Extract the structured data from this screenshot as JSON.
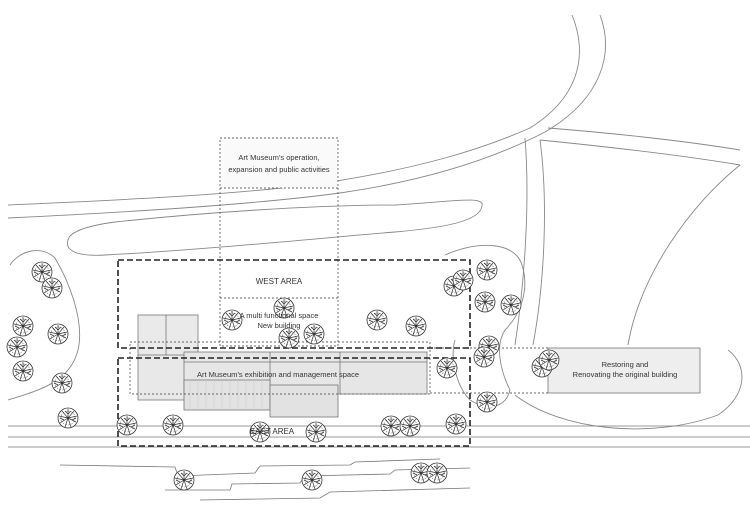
{
  "labels": {
    "operation_line1": "Art Museum’s operation,",
    "operation_line2": "expansion and public activities",
    "west_area": "WEST AREA",
    "multi_line1": "A multi functional space",
    "multi_line2": "New building",
    "exhibition": "Art Museum’s exhibition and management space",
    "east_area": "EAST AREA",
    "restoring_line1": "Restoring and",
    "restoring_line2": "Renovating the original building"
  },
  "colors": {
    "line": "#555555",
    "building_fill": "#e6e6e6",
    "zone_fill": "#f3f3f3",
    "tree": "#333333"
  }
}
